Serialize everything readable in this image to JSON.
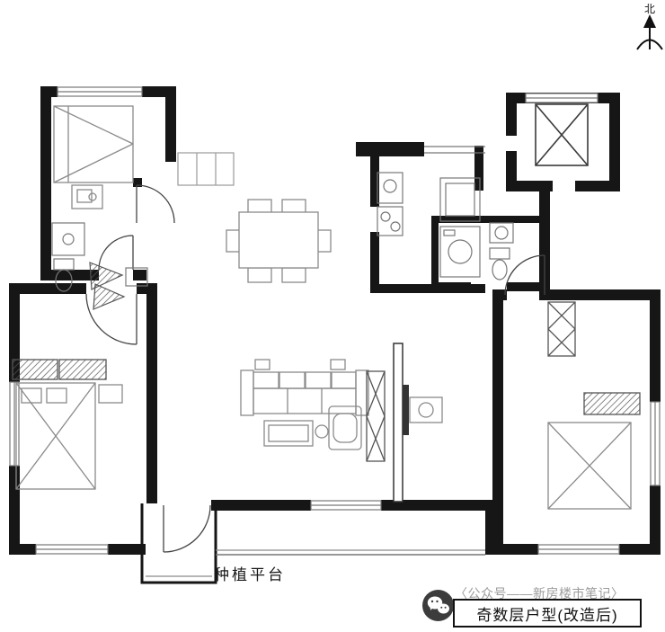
{
  "page": {
    "background": "#ffffff"
  },
  "compass": {
    "label": "北"
  },
  "plan": {
    "platform_label": "种植平台",
    "colors": {
      "wall": "#161616",
      "furniture_line": "#8a8a8a",
      "window_line": "#777777",
      "door_line": "#444444"
    }
  },
  "branding": {
    "wechat_icon": "wechat-icon",
    "account_text": "〈公众号——新房楼市笔记〉",
    "title": "奇数层户型(改造后)"
  }
}
